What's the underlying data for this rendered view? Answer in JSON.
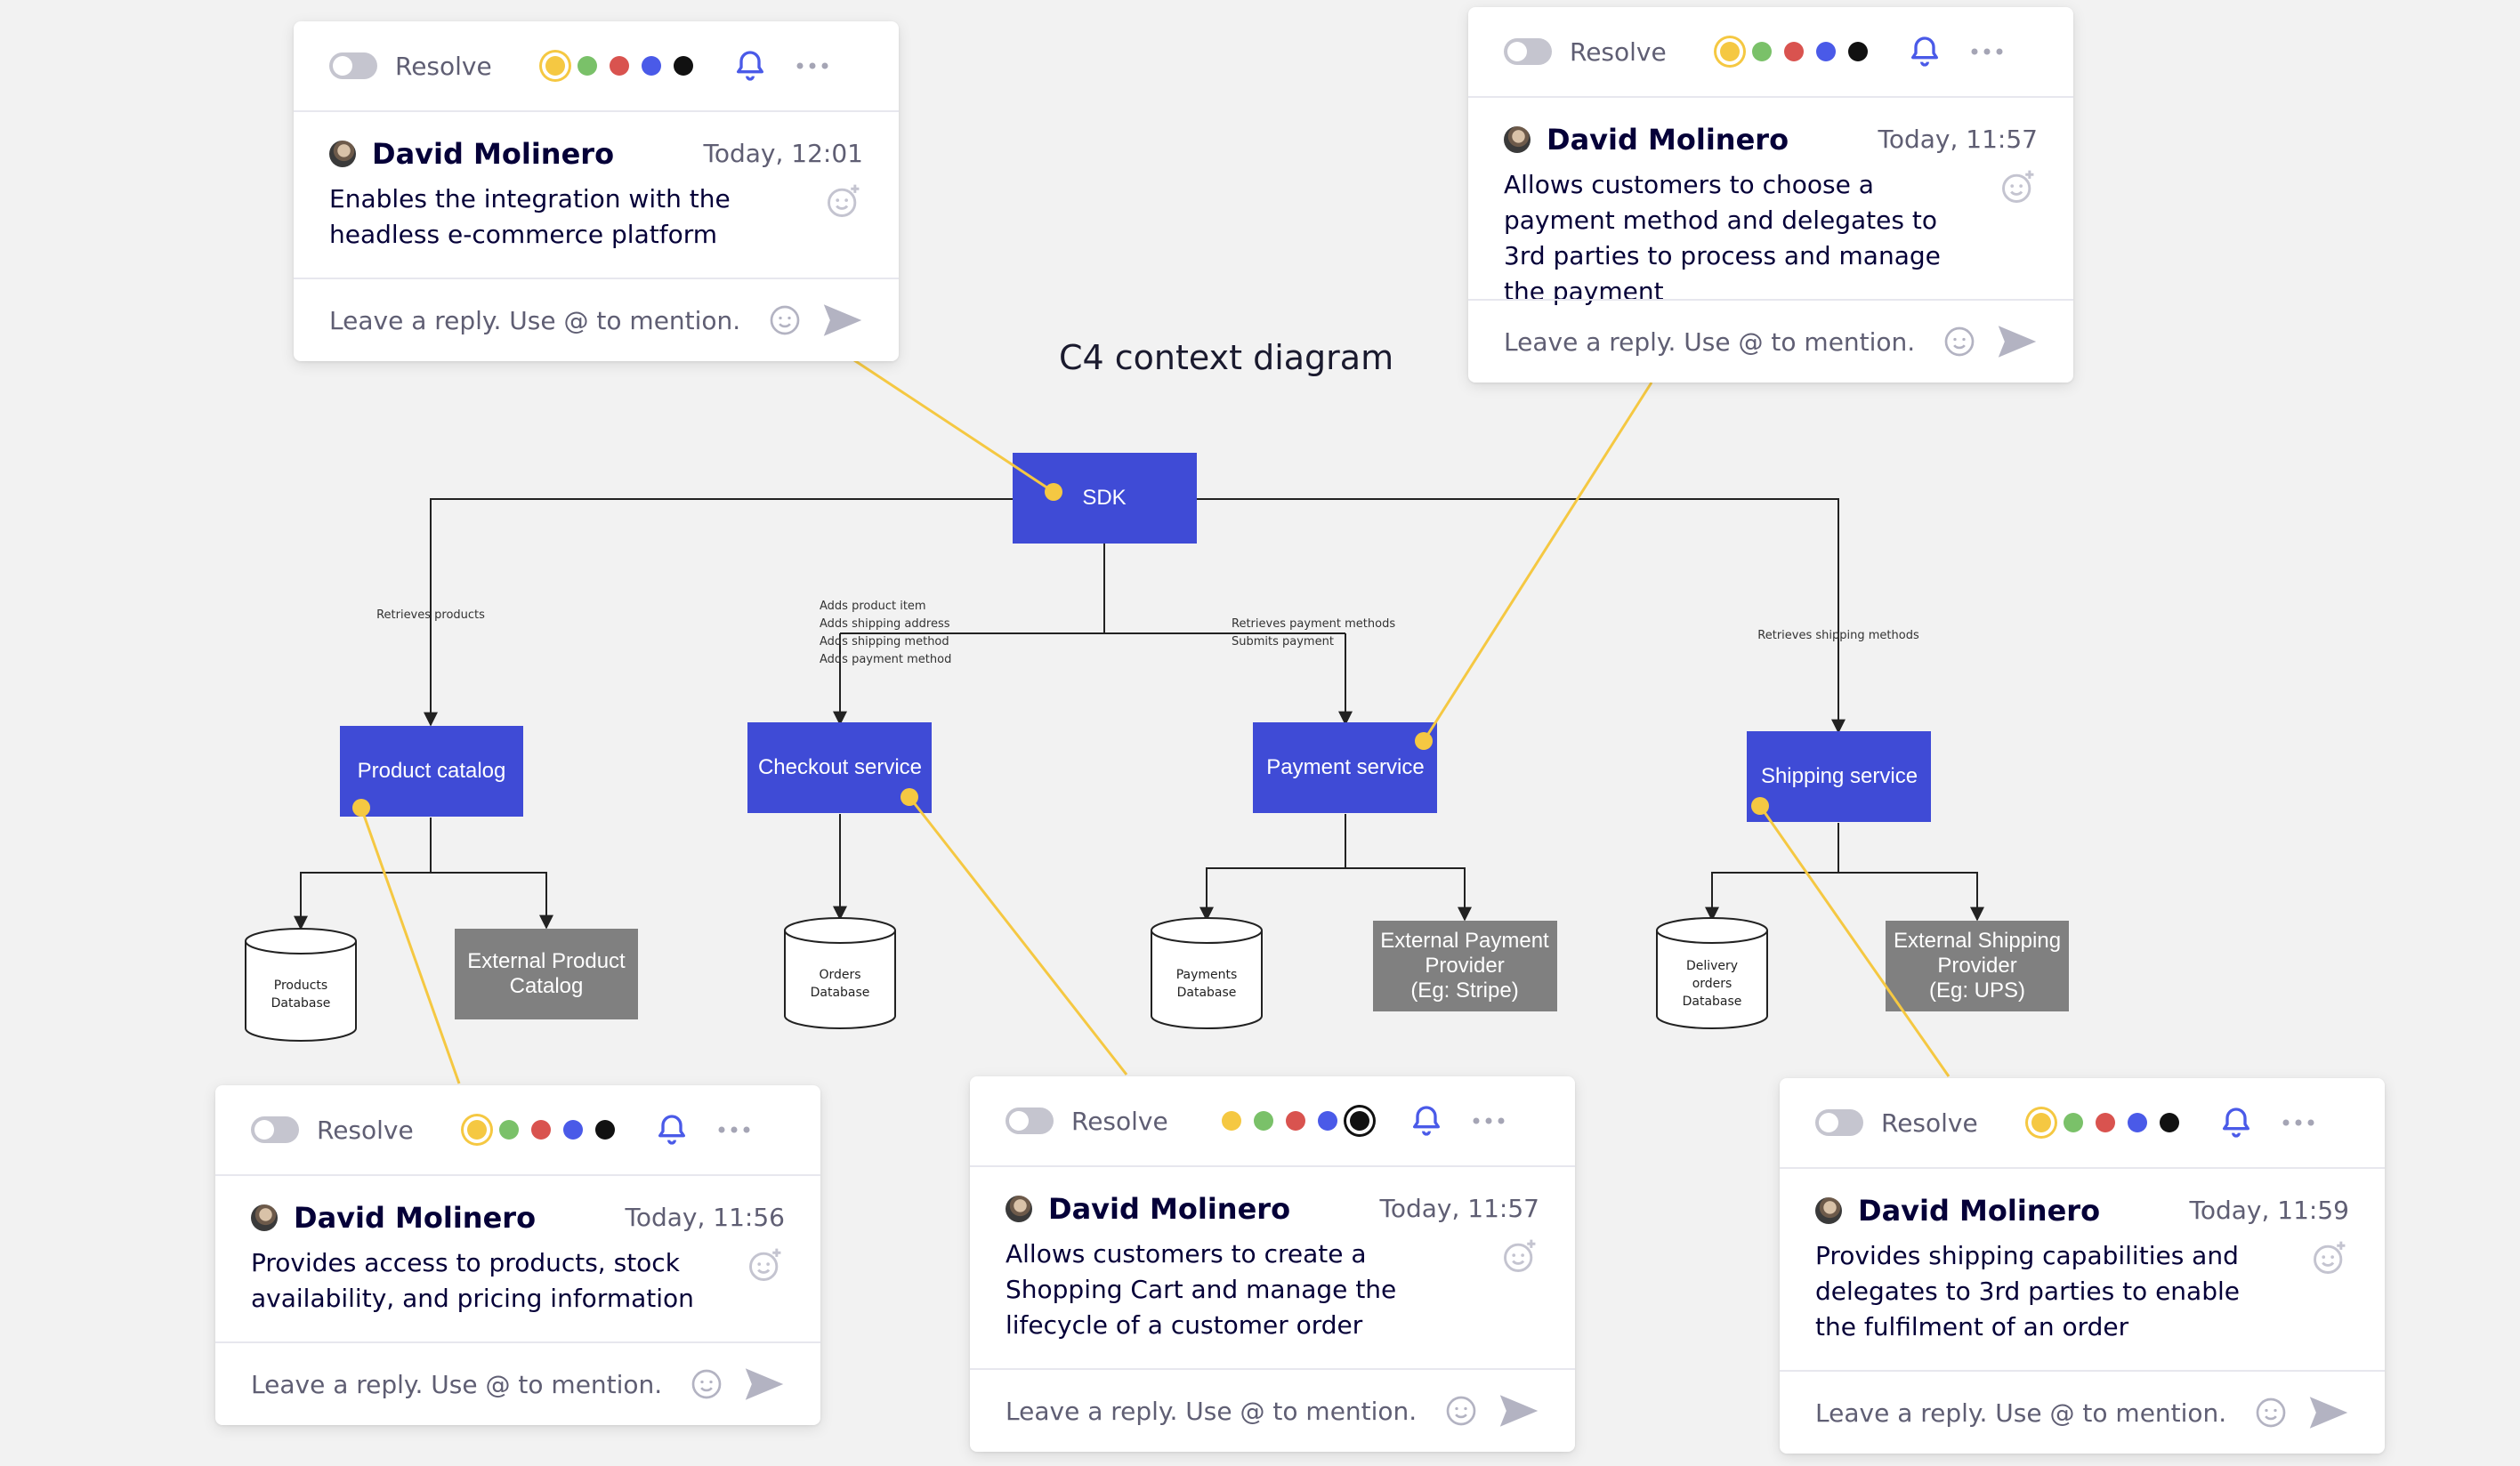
{
  "diagram": {
    "title": "C4 context diagram",
    "nodes": {
      "sdk": "SDK",
      "product_catalog": "Product catalog",
      "checkout_service": "Checkout service",
      "payment_service": "Payment service",
      "shipping_service": "Shipping service",
      "external_product_catalog": [
        "External Product",
        "Catalog"
      ],
      "external_payment_provider": [
        "External Payment",
        "Provider",
        "(Eg: Stripe)"
      ],
      "external_shipping_provider": [
        "External Shipping",
        "Provider",
        "(Eg: UPS)"
      ],
      "products_db": [
        "Products",
        "Database"
      ],
      "orders_db": [
        "Orders",
        "Database"
      ],
      "payments_db": [
        "Payments",
        "Database"
      ],
      "delivery_db": [
        "Delivery",
        "orders",
        "Database"
      ]
    },
    "edge_labels": {
      "retrieves_products": [
        "Retrieves products"
      ],
      "checkout": [
        "Adds product item",
        "Adds shipping address",
        "Adds shipping method",
        "Adds payment method"
      ],
      "payment": [
        "Retrieves payment methods",
        "Submits payment"
      ],
      "shipping": [
        "Retrieves shipping methods"
      ]
    },
    "colors": {
      "service": "#3f4bd6",
      "external": "#808080",
      "connector": "#f5c842",
      "line": "#222222"
    }
  },
  "comment_ui": {
    "resolve_label": "Resolve",
    "reply_placeholder": "Leave a reply. Use @ to mention.",
    "swatch_colors": [
      "#f5c842",
      "#7ac169",
      "#d9534f",
      "#4a5ae8",
      "#111111"
    ]
  },
  "comments": [
    {
      "id": "sdk",
      "author": "David Molinero",
      "time": "Today, 12:01",
      "text": "Enables the integration with the headless e-commerce platform"
    },
    {
      "id": "payment",
      "author": "David Molinero",
      "time": "Today, 11:57",
      "text": "Allows customers to choose a payment method and delegates to 3rd parties to process and manage the payment"
    },
    {
      "id": "product",
      "author": "David Molinero",
      "time": "Today, 11:56",
      "text": "Provides access to products, stock availability, and pricing information"
    },
    {
      "id": "checkout",
      "author": "David Molinero",
      "time": "Today, 11:57",
      "text": "Allows customers to create a Shopping Cart and manage the lifecycle of a customer order"
    },
    {
      "id": "shipping",
      "author": "David Molinero",
      "time": "Today, 11:59",
      "text": "Provides shipping capabilities and delegates to 3rd parties to enable the fulfilment of an order"
    }
  ]
}
